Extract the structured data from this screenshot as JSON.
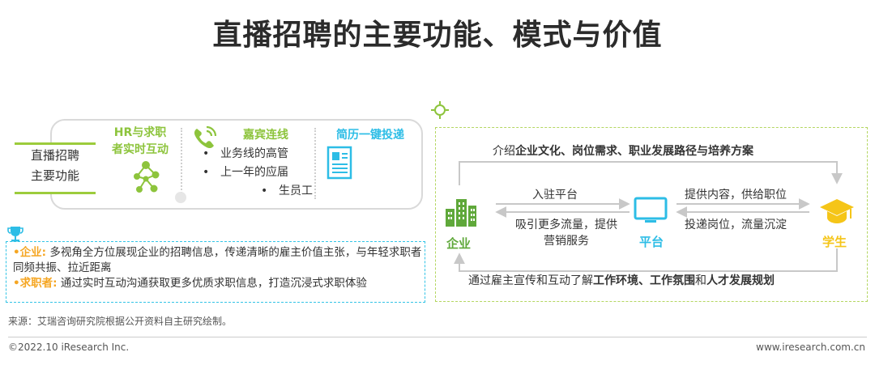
{
  "title": "直播招聘的主要功能、模式与价值",
  "features": {
    "main_label_line1": "直播招聘",
    "main_label_line2": "主要功能",
    "f1_line1": "HR与求职",
    "f1_line2": "者实时互动",
    "f2_title": "嘉宾连线",
    "f2_bullets": [
      "业务线的高管",
      "上一年的应届"
    ],
    "f2_bullet_cont": "生员工",
    "f3_title": "简历一键投递"
  },
  "description": {
    "enterprise_label": "•企业:",
    "enterprise_text": "多视角全方位展现企业的招聘信息，传递清晰的雇主价值主张，与年轻求职者同频共振、拉近距离",
    "seeker_label": "•求职者:",
    "seeker_text": "通过实时互动沟通获取更多优质求职信息，打造沉浸式求职体验"
  },
  "model": {
    "top_prefix": "介绍",
    "top_bold": "企业文化、岗位需求、职业发展路径与培养方案",
    "enterprise": "企业",
    "platform": "平台",
    "student": "学生",
    "e_to_p": "入驻平台",
    "p_to_e_line1": "吸引更多流量，提供",
    "p_to_e_line2": "营销服务",
    "p_to_s": "提供内容，供给职位",
    "s_to_p": "投递岗位，流量沉淀",
    "bottom_prefix": "通过雇主宣传和互动了解",
    "bottom_b1": "工作环境",
    "bottom_sep": "、",
    "bottom_b2": "工作氛围",
    "bottom_mid": "和",
    "bottom_b3": "人才发展规划"
  },
  "source": "来源：艾瑞咨询研究院根据公开资料自主研究绘制。",
  "copyright": "©2022.10 iResearch Inc.",
  "website": "www.iresearch.com.cn",
  "colors": {
    "green": "#8dc43c",
    "blue": "#2dbde6",
    "yellow": "#f5c518",
    "orange": "#f5a623"
  }
}
